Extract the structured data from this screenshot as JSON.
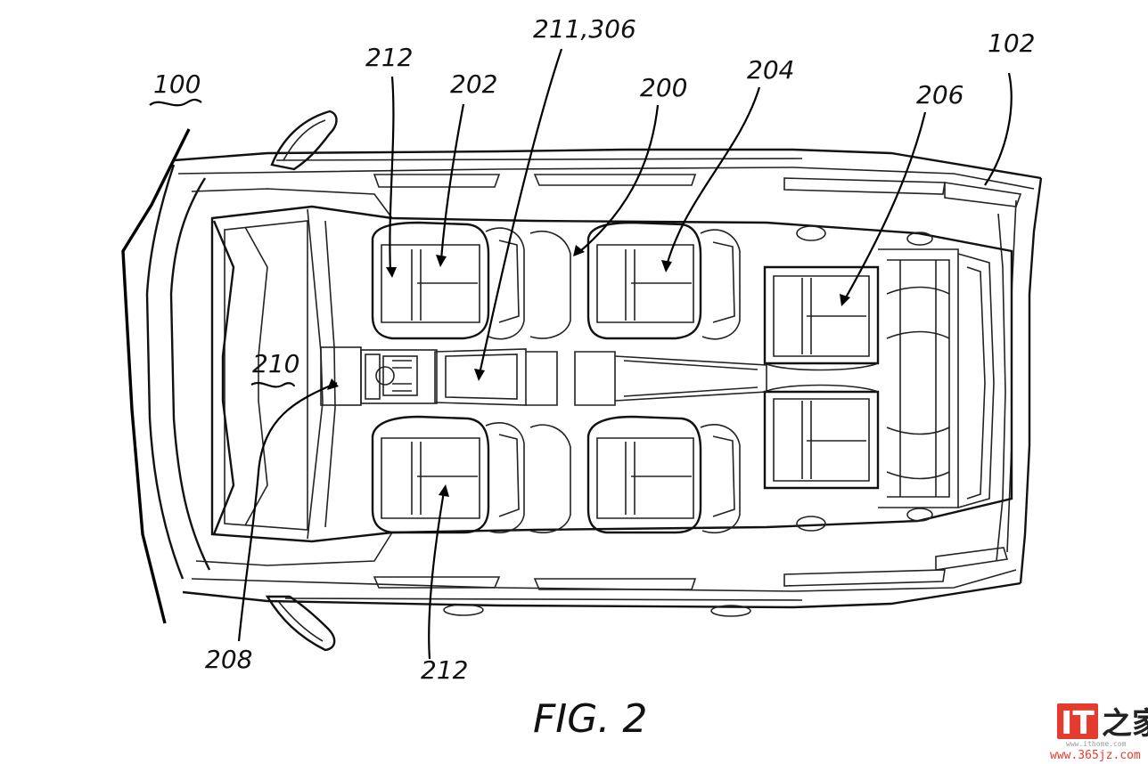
{
  "figure": {
    "caption": "FIG. 2"
  },
  "reference_numerals": {
    "vehicle": "100",
    "body": "102",
    "cabin": "200",
    "front_seat": "202",
    "middle_seat": "204",
    "rear_seat": "206",
    "dashboard": "208",
    "steering_area": "210",
    "console": "211,306",
    "seat_label_top": "212",
    "seat_label_bottom": "212"
  },
  "watermark": {
    "logo_text": "IT",
    "logo_cn": "之家",
    "url_small": "www.ithome.com",
    "url": "www.365jz.com"
  }
}
